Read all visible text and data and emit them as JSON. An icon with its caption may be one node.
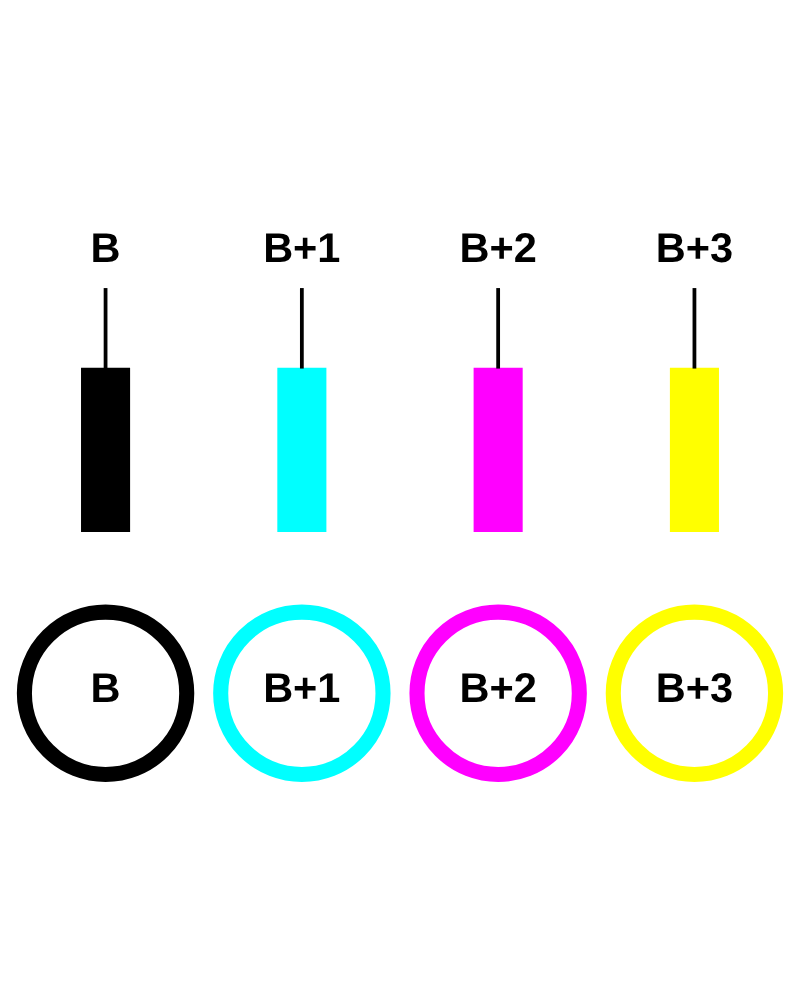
{
  "diagram": {
    "nodes": [
      {
        "text": [
          "B"
        ]
      },
      {
        "text": [
          "B+1"
        ]
      },
      {
        "text": [
          "B+2"
        ]
      },
      {
        "text": [
          "B+3"
        ]
      },
      {
        "text": [],
        "shape": "bar"
      },
      {
        "text": [],
        "shape": "bar"
      },
      {
        "text": [],
        "shape": "bar"
      },
      {
        "text": [],
        "shape": "bar"
      },
      {
        "text": [
          "B"
        ]
      },
      {
        "text": [
          "B+1"
        ]
      },
      {
        "text": [
          "B+2"
        ]
      },
      {
        "text": [
          "B+3"
        ]
      }
    ],
    "edges": [
      {
        "from": 0,
        "to": 4,
        "arrow": "none"
      },
      {
        "from": 1,
        "to": 5,
        "arrow": "none"
      },
      {
        "from": 2,
        "to": 6,
        "arrow": "none"
      },
      {
        "from": 3,
        "to": 7,
        "arrow": "none"
      }
    ]
  }
}
